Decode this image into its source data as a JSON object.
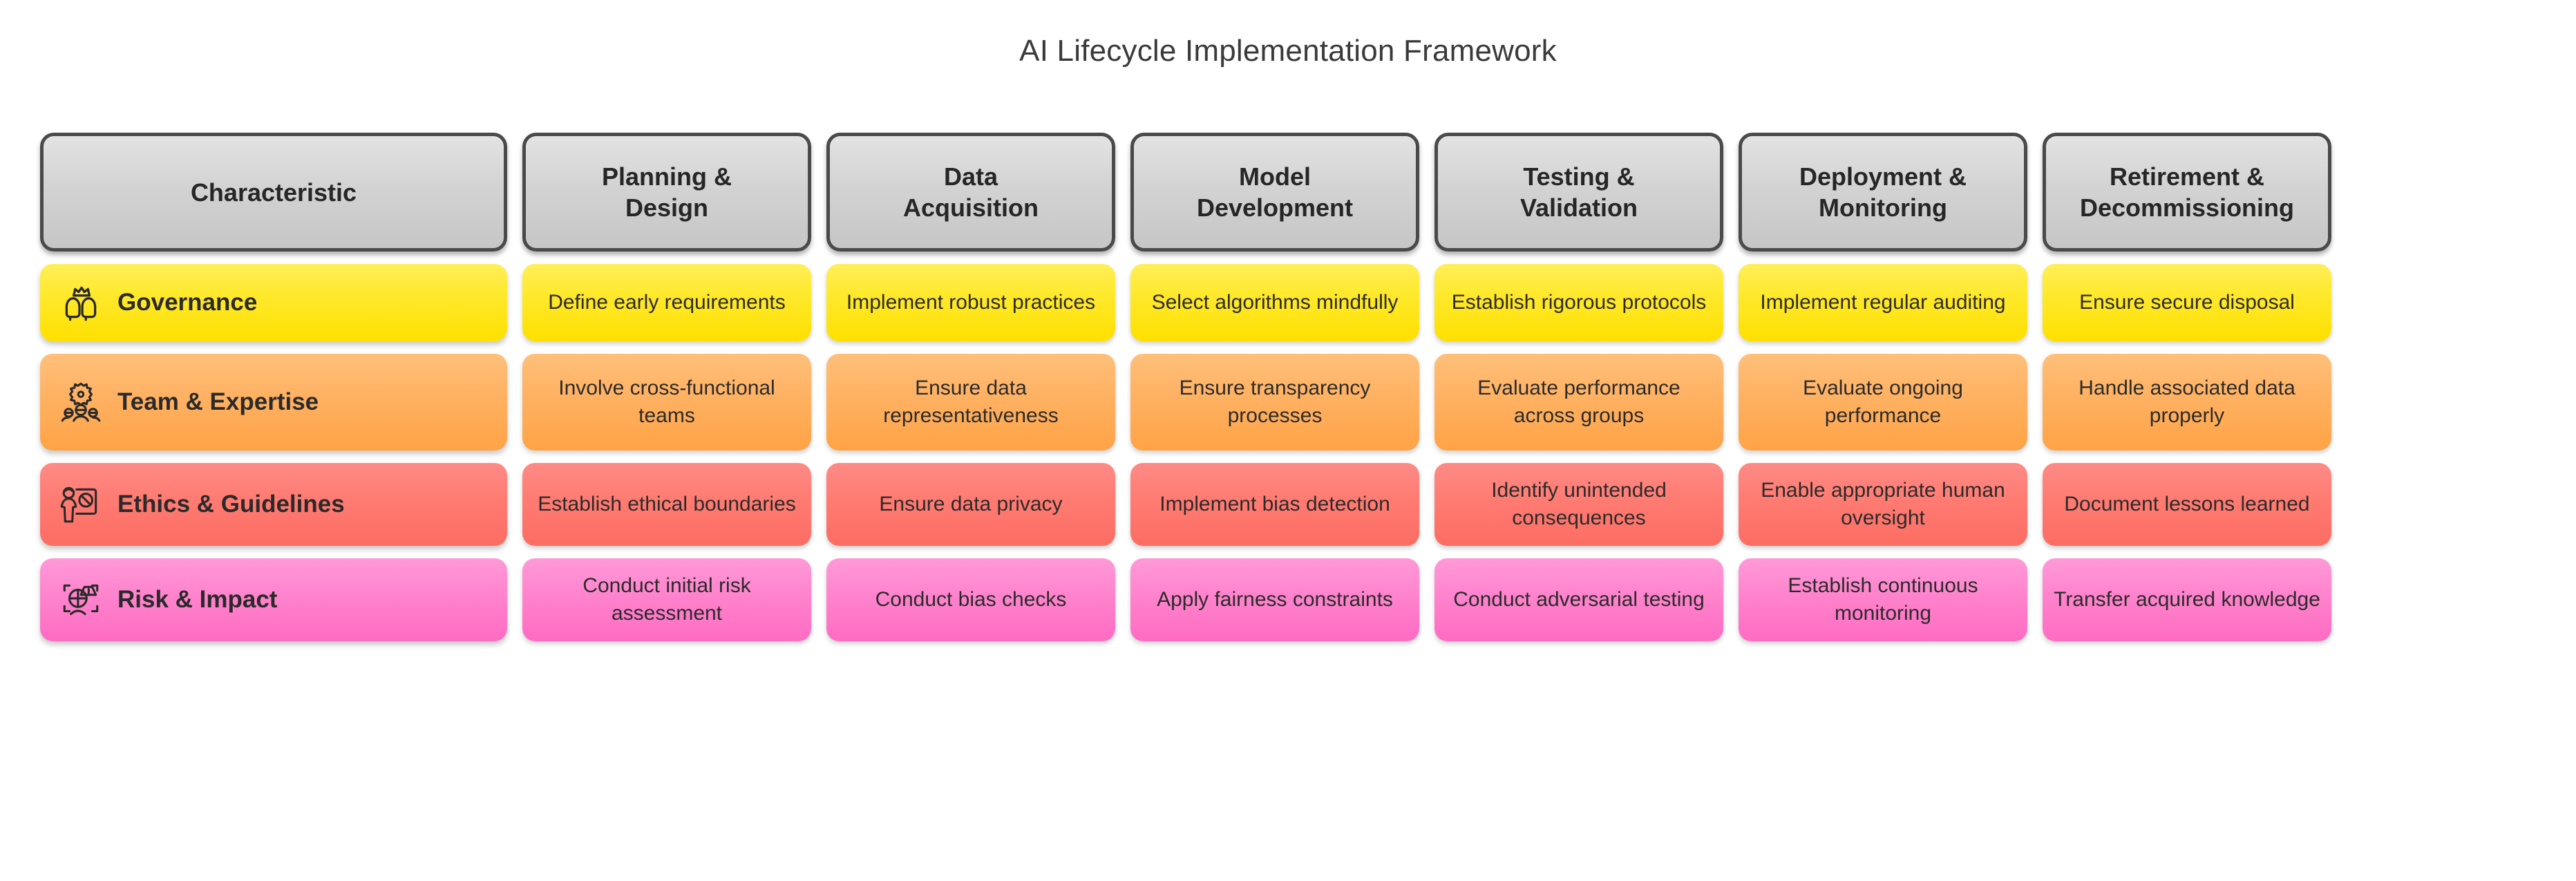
{
  "title": "AI Lifecycle Implementation Framework",
  "colors": {
    "header_bg_top": "#e3e3e3",
    "header_bg_bottom": "#c6c6c6",
    "header_border": "#4a4a4a",
    "governance": "#ffe92e",
    "team": "#ffb162",
    "ethics": "#ff7b72",
    "risk": "#ff83cd",
    "text": "#2b2b2b",
    "title_text": "#3a3a3a",
    "background": "#ffffff"
  },
  "chart_data": {
    "type": "table",
    "title": "AI Lifecycle Implementation Framework",
    "columns": [
      "Characteristic",
      "Planning & Design",
      "Data Acquisition",
      "Model Development",
      "Testing & Validation",
      "Deployment & Monitoring",
      "Retirement & Decommissioning"
    ],
    "column_lines": [
      [
        "Characteristic"
      ],
      [
        "Planning &",
        "Design"
      ],
      [
        "Data",
        "Acquisition"
      ],
      [
        "Model",
        "Development"
      ],
      [
        "Testing &",
        "Validation"
      ],
      [
        "Deployment &",
        "Monitoring"
      ],
      [
        "Retirement &",
        "Decommissioning"
      ]
    ],
    "rows": [
      {
        "label": "Governance",
        "icon": "people-crown-icon",
        "color": "#ffe92e",
        "cells": [
          "Define early requirements",
          "Implement robust practices",
          "Select algorithms mindfully",
          "Establish rigorous protocols",
          "Implement regular auditing",
          "Ensure secure disposal"
        ]
      },
      {
        "label": "Team & Expertise",
        "icon": "gear-people-icon",
        "color": "#ffb162",
        "cells": [
          "Involve cross-functional teams",
          "Ensure data representativeness",
          "Ensure transparency processes",
          "Evaluate performance across groups",
          "Evaluate ongoing performance",
          "Handle associated data properly"
        ]
      },
      {
        "label": "Ethics & Guidelines",
        "icon": "person-prohibited-icon",
        "color": "#ff7b72",
        "cells": [
          "Establish ethical boundaries",
          "Ensure data privacy",
          "Implement bias detection",
          "Identify unintended consequences",
          "Enable appropriate human oversight",
          "Document lessons learned"
        ]
      },
      {
        "label": "Risk & Impact",
        "icon": "risk-scan-warning-icon",
        "color": "#ff83cd",
        "cells": [
          "Conduct initial risk assessment",
          "Conduct bias checks",
          "Apply fairness constraints",
          "Conduct adversarial testing",
          "Establish continuous monitoring",
          "Transfer acquired knowledge"
        ]
      }
    ]
  }
}
